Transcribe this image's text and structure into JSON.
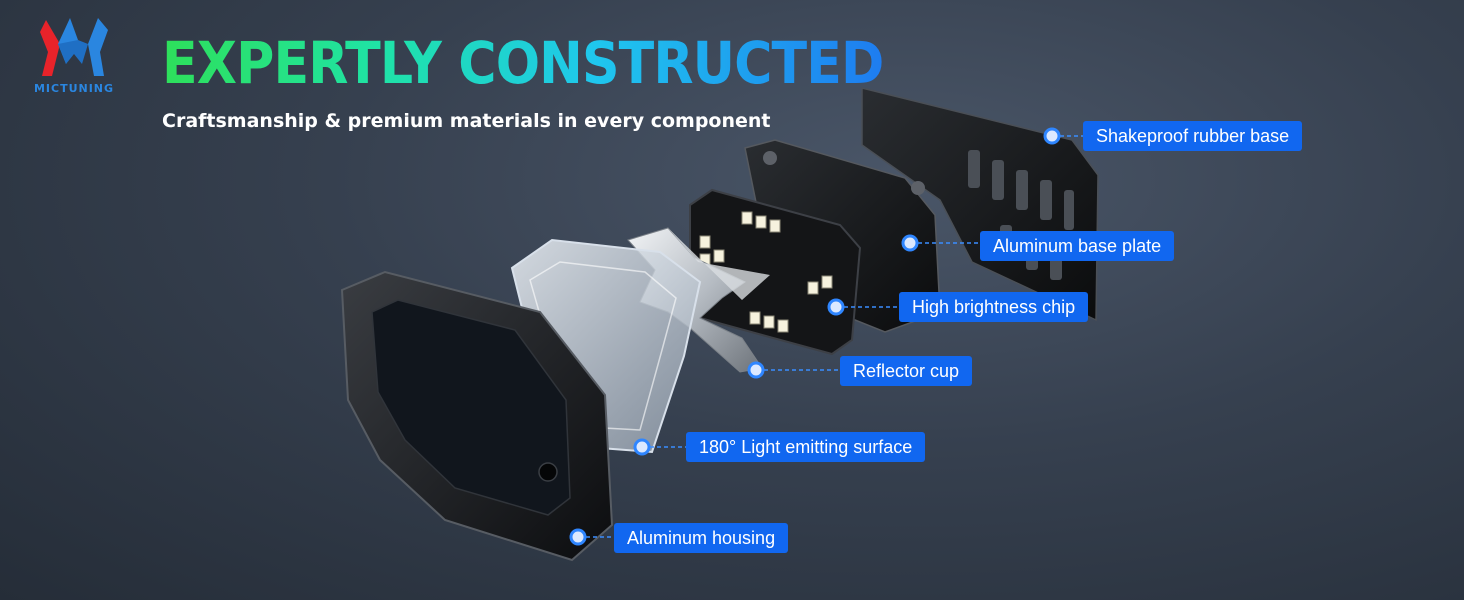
{
  "brand": {
    "logo_text": "MICTUNING"
  },
  "headline": "EXPERTLY CONSTRUCTED",
  "subheadline": "Craftsmanship & premium materials in every component",
  "colors": {
    "callout_bg": "#1167f0",
    "headline_start": "#2ee05a",
    "headline_end": "#1e7cf0"
  },
  "callouts": [
    {
      "label": "Shakeproof rubber base"
    },
    {
      "label": "Aluminum base plate"
    },
    {
      "label": "High brightness chip"
    },
    {
      "label": "Reflector cup"
    },
    {
      "label": "180° Light emitting surface"
    },
    {
      "label": "Aluminum housing"
    }
  ]
}
